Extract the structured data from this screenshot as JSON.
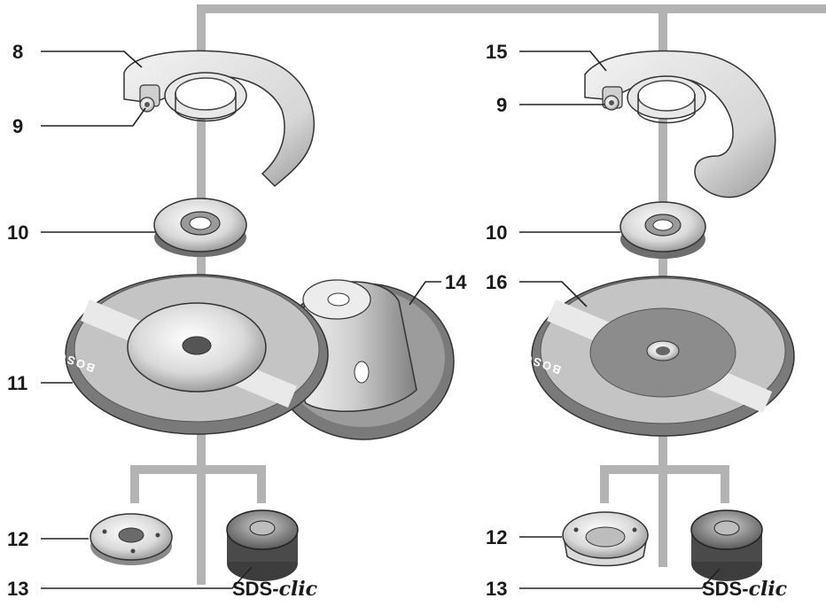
{
  "labels": {
    "left_guard": "8",
    "left_screw": "9",
    "left_flange": "10",
    "left_disc": "11",
    "left_nut": "12",
    "left_quick_nut": "13",
    "cup_disc": "14",
    "right_guard": "15",
    "right_screw": "9",
    "right_flange": "10",
    "right_disc": "16",
    "right_nut": "12",
    "right_quick_nut": "13"
  },
  "sds": {
    "left_prefix": "SDS-",
    "left_script": "clic",
    "right_prefix": "SDS-",
    "right_script": "clic"
  },
  "brand": {
    "left_disc": "BOSCH",
    "right_disc": "BOSCH"
  },
  "colors": {
    "rail": "#b3b3b3",
    "disc_outer": "#8a8a8a",
    "disc_inner": "#c8c8c8",
    "metal_light": "#e6e6e6",
    "metal_dark": "#7a7a7a",
    "dark_center": "#8c8c8c"
  }
}
